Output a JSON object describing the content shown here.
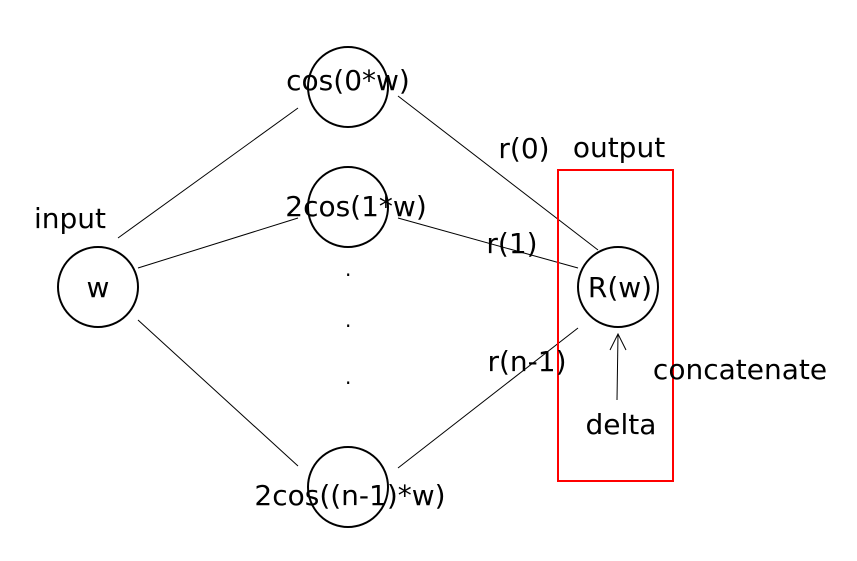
{
  "colors": {
    "accent": "#ff0000",
    "stroke": "#000000",
    "background": "#ffffff"
  },
  "labels": {
    "input": "input",
    "output": "output",
    "concatenate": "concatenate",
    "delta": "delta"
  },
  "nodes": {
    "w": "w",
    "cos0": "cos(0*w)",
    "cos1": "2cos(1*w)",
    "cosn": "2cos((n-1)*w)",
    "rw": "R(w)"
  },
  "edges": {
    "r0": "r(0)",
    "r1": "r(1)",
    "rn": "r(n-1)"
  },
  "ellipsis": ".",
  "box": {
    "description": ""
  }
}
